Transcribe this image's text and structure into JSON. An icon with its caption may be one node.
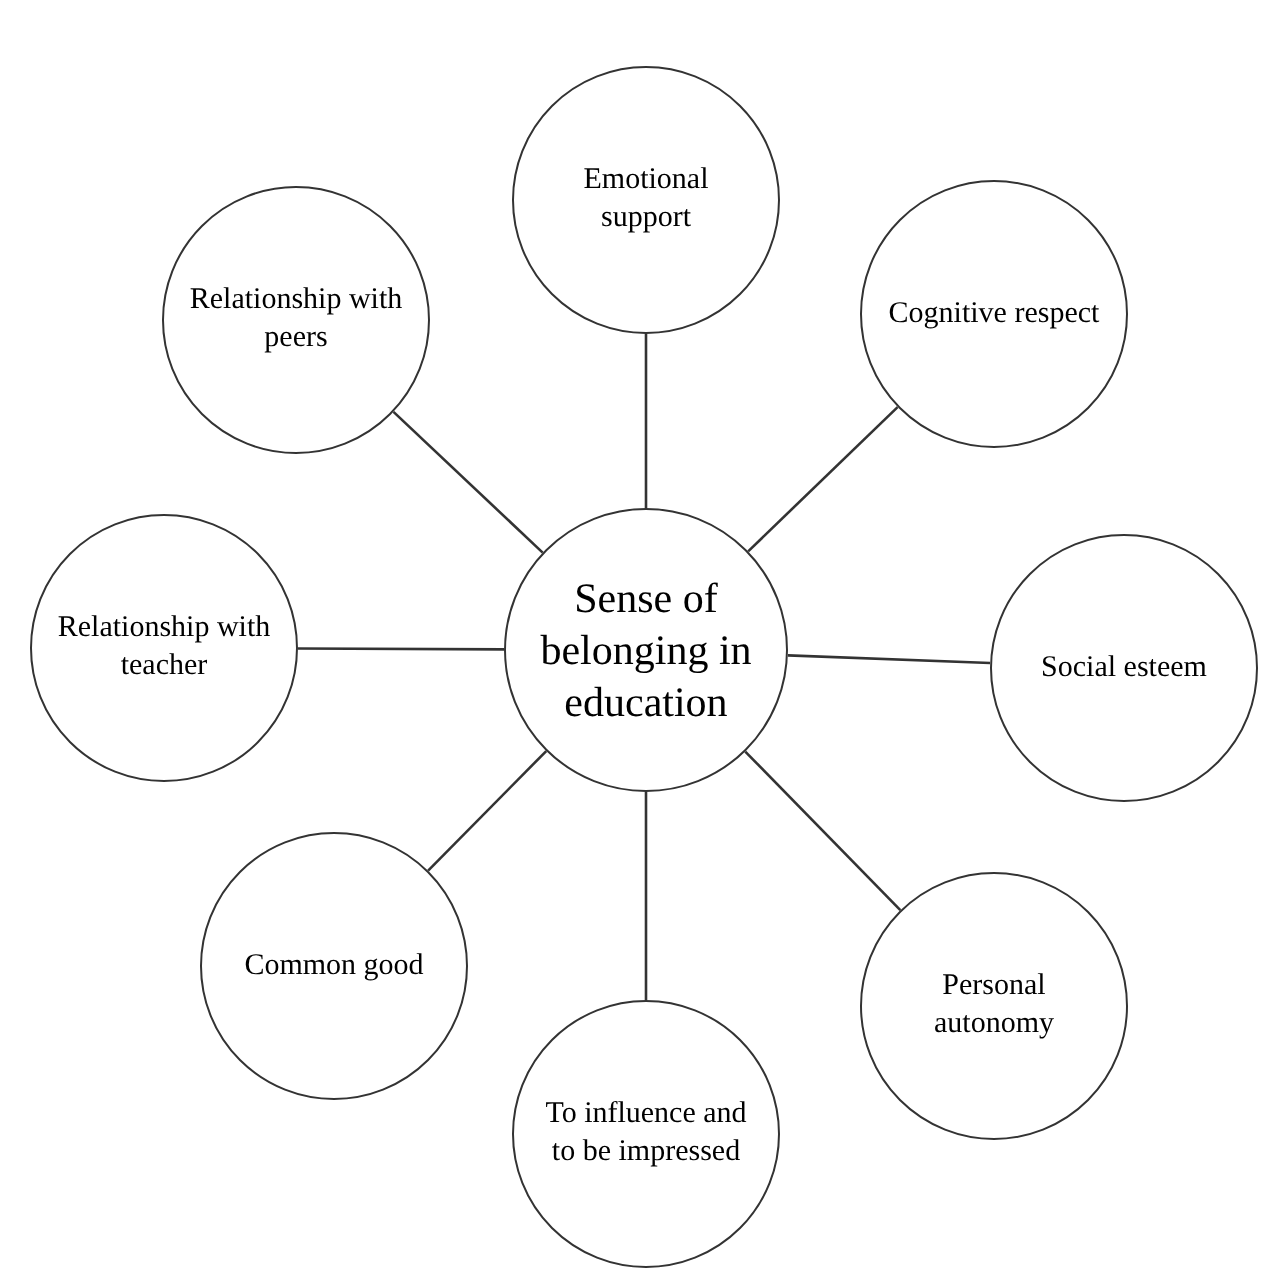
{
  "diagram": {
    "nodes": [
      {
        "text": [
          "Sense of belonging in education"
        ]
      },
      {
        "text": [
          "Emotional support"
        ]
      },
      {
        "text": [
          "Cognitive respect"
        ]
      },
      {
        "text": [
          "Social esteem"
        ]
      },
      {
        "text": [
          "Personal autonomy"
        ]
      },
      {
        "text": [
          "To influence and to be impressed"
        ]
      },
      {
        "text": [
          "Common good"
        ]
      },
      {
        "text": [
          "Relationship with teacher"
        ]
      },
      {
        "text": [
          "Relationship with peers"
        ]
      }
    ],
    "edges": [
      {
        "from": 0,
        "to": 1,
        "arrow": "none"
      },
      {
        "from": 0,
        "to": 2,
        "arrow": "none"
      },
      {
        "from": 0,
        "to": 3,
        "arrow": "none"
      },
      {
        "from": 0,
        "to": 4,
        "arrow": "none"
      },
      {
        "from": 0,
        "to": 5,
        "arrow": "none"
      },
      {
        "from": 0,
        "to": 6,
        "arrow": "none"
      },
      {
        "from": 0,
        "to": 7,
        "arrow": "none"
      },
      {
        "from": 0,
        "to": 8,
        "arrow": "none"
      }
    ]
  }
}
